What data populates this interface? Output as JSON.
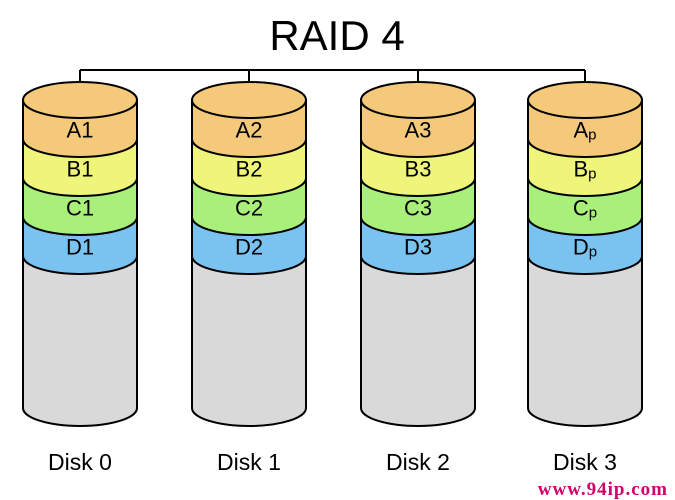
{
  "title": "RAID 4",
  "colors": {
    "stripe_a": "#f5c97a",
    "stripe_b": "#eef57a",
    "stripe_c": "#a8f07a",
    "stripe_d": "#7ac3f0",
    "empty": "#d9d9d9",
    "line": "#000000",
    "watermark": "#d4006a"
  },
  "disks": [
    {
      "label": "Disk 0",
      "blocks": [
        {
          "text": "A1",
          "sub": ""
        },
        {
          "text": "B1",
          "sub": ""
        },
        {
          "text": "C1",
          "sub": ""
        },
        {
          "text": "D1",
          "sub": ""
        }
      ]
    },
    {
      "label": "Disk 1",
      "blocks": [
        {
          "text": "A2",
          "sub": ""
        },
        {
          "text": "B2",
          "sub": ""
        },
        {
          "text": "C2",
          "sub": ""
        },
        {
          "text": "D2",
          "sub": ""
        }
      ]
    },
    {
      "label": "Disk 2",
      "blocks": [
        {
          "text": "A3",
          "sub": ""
        },
        {
          "text": "B3",
          "sub": ""
        },
        {
          "text": "C3",
          "sub": ""
        },
        {
          "text": "D3",
          "sub": ""
        }
      ]
    },
    {
      "label": "Disk 3",
      "blocks": [
        {
          "text": "A",
          "sub": "p"
        },
        {
          "text": "B",
          "sub": "p"
        },
        {
          "text": "C",
          "sub": "p"
        },
        {
          "text": "D",
          "sub": "p"
        }
      ]
    }
  ],
  "watermark": "www.94ip.com"
}
